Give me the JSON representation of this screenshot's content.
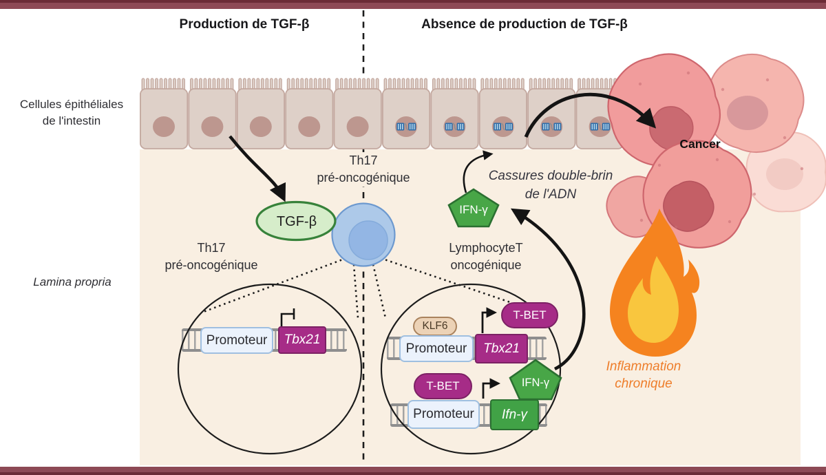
{
  "figure": {
    "header_left": "Production de TGF-β",
    "header_right": "Absence de production de TGF-β"
  },
  "labels": {
    "epithelial_line1": "Cellules épithéliales",
    "epithelial_line2": "de l'intestin",
    "lamina": "Lamina propria",
    "th17_center_line1": "Th17",
    "th17_center_line2": "pré-oncogénique",
    "th17_left_line1": "Th17",
    "th17_left_line2": "pré-oncogénique",
    "lymphocyte_line1": "LymphocyteT",
    "lymphocyte_line2": "oncogénique",
    "dna_breaks_line1": "Cassures double-brin",
    "dna_breaks_line2": "de l'ADN",
    "cancer": "Cancer",
    "inflammation_line1": "Inflammation",
    "inflammation_line2": "chronique"
  },
  "molecules": {
    "tgfb": "TGF-β",
    "ifng": "IFN-γ",
    "ifng_gene": "Ifn-γ",
    "tbx21": "Tbx21",
    "tbet": "T-BET",
    "klf6": "KLF6",
    "promoter": "Promoteur"
  },
  "icons": {
    "flame": "flame-icon",
    "dna_break": "broken-dna-icon",
    "arrows": "black-curved-arrow",
    "repression": "blunt-end-repression-arrow",
    "transcription": "bent-transcription-arrow"
  },
  "colors": {
    "maroon_border": "#8d4955",
    "panel_cream": "#f9efe2",
    "cell_tan": "#ded0c8",
    "cell_border": "#c3a89f",
    "nucleus_brown": "#bd978f",
    "lymphocyte_blue": "#adc9e9",
    "tgfb_green_fill": "#d6edca",
    "green": "#48a647",
    "green_dark": "#2b7031",
    "purple": "#a62c87",
    "purple_dark": "#7c2164",
    "klf6_tan": "#ecd2b6",
    "promoter_blue": "#ebf2fc",
    "flame_orange": "#f5831f",
    "flame_yellow": "#f9c63e",
    "cancer_pink": "#f19c9c",
    "orange_text": "#ee7d2a",
    "dna_icon_blue": "#2f6da9"
  }
}
